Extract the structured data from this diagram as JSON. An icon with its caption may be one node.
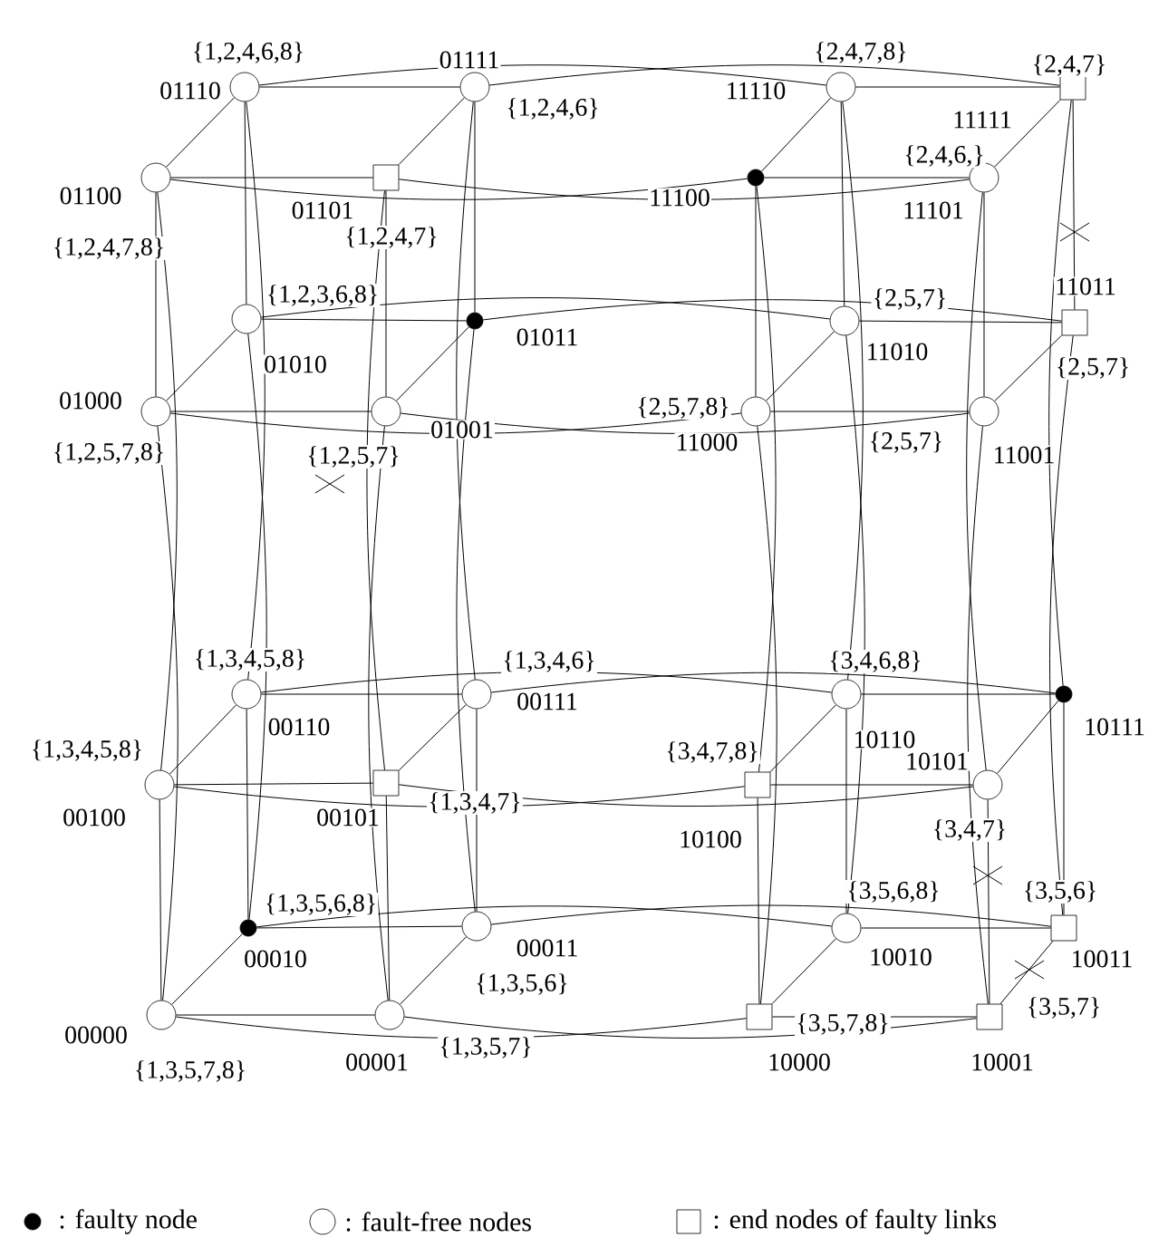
{
  "diagram": {
    "nodes": [
      {
        "text": [],
        "shape": "circle",
        "beside": [
          "01110",
          "{1,2,4,6,8}"
        ]
      },
      {
        "text": [],
        "shape": "circle",
        "beside": [
          "01111",
          "{1,2,4,6}"
        ]
      },
      {
        "text": [],
        "shape": "circle",
        "beside": [
          "11110",
          "{2,4,7,8}"
        ]
      },
      {
        "text": [],
        "shape": "box",
        "beside": [
          "11111",
          "{2,4,7}"
        ]
      },
      {
        "text": [],
        "shape": "circle",
        "beside": [
          "01100",
          "{1,2,4,7,8}"
        ]
      },
      {
        "text": [],
        "shape": "box",
        "beside": [
          "01101",
          "{1,2,4,7}"
        ]
      },
      {
        "text": [],
        "shape": "dot",
        "beside": [
          "11100"
        ]
      },
      {
        "text": [],
        "shape": "circle",
        "beside": [
          "11101",
          "{2,4,6,}"
        ]
      },
      {
        "text": [],
        "shape": "circle",
        "beside": [
          "01010",
          "{1,2,3,6,8}"
        ]
      },
      {
        "text": [],
        "shape": "dot",
        "beside": [
          "01011"
        ]
      },
      {
        "text": [],
        "shape": "circle",
        "beside": [
          "11010",
          "{2,5,7}"
        ]
      },
      {
        "text": [],
        "shape": "box",
        "beside": [
          "11011",
          "{2,5,7}"
        ]
      },
      {
        "text": [],
        "shape": "circle",
        "beside": [
          "01000",
          "{1,2,5,7,8}"
        ]
      },
      {
        "text": [],
        "shape": "circle",
        "beside": [
          "01001",
          "{1,2,5,7}"
        ]
      },
      {
        "text": [],
        "shape": "circle",
        "beside": [
          "11000",
          "{2,5,7,8}"
        ]
      },
      {
        "text": [],
        "shape": "circle",
        "beside": [
          "11001",
          "{2,5,7}"
        ]
      },
      {
        "text": [],
        "shape": "circle",
        "beside": [
          "00110",
          "{1,3,4,5,8}"
        ]
      },
      {
        "text": [],
        "shape": "circle",
        "beside": [
          "00111",
          "{1,3,4,6}"
        ]
      },
      {
        "text": [],
        "shape": "circle",
        "beside": [
          "10110",
          "{3,4,6,8}"
        ]
      },
      {
        "text": [],
        "shape": "dot",
        "beside": [
          "10111"
        ]
      },
      {
        "text": [],
        "shape": "circle",
        "beside": [
          "00100",
          "{1,3,4,5,8}"
        ]
      },
      {
        "text": [],
        "shape": "box",
        "beside": [
          "00101",
          "{1,3,4,7}"
        ]
      },
      {
        "text": [],
        "shape": "box",
        "beside": [
          "10100",
          "{3,4,7,8}"
        ]
      },
      {
        "text": [],
        "shape": "circle",
        "beside": [
          "10101",
          "{3,4,7}"
        ]
      },
      {
        "text": [],
        "shape": "dot",
        "beside": [
          "00010",
          "{1,3,5,6,8}"
        ]
      },
      {
        "text": [],
        "shape": "circle",
        "beside": [
          "00011",
          "{1,3,5,6}"
        ]
      },
      {
        "text": [],
        "shape": "circle",
        "beside": [
          "10010",
          "{3,5,6,8}"
        ]
      },
      {
        "text": [],
        "shape": "box",
        "beside": [
          "10011",
          "{3,5,6}"
        ]
      },
      {
        "text": [],
        "shape": "circle",
        "beside": [
          "00000",
          "{1,3,5,7,8}"
        ]
      },
      {
        "text": [],
        "shape": "circle",
        "beside": [
          "00001",
          "{1,3,5,7}"
        ]
      },
      {
        "text": [],
        "shape": "box",
        "beside": [
          "10000",
          "{3,5,7,8}"
        ]
      },
      {
        "text": [],
        "shape": "box",
        "beside": [
          "10001",
          "{3,5,7}"
        ]
      }
    ],
    "edges": [
      {
        "from": 0,
        "to": 1,
        "arrow": "none"
      },
      {
        "from": 2,
        "to": 3,
        "arrow": "none"
      },
      {
        "from": 4,
        "to": 5,
        "arrow": "none"
      },
      {
        "from": 6,
        "to": 7,
        "arrow": "none"
      },
      {
        "from": 8,
        "to": 9,
        "arrow": "none"
      },
      {
        "from": 10,
        "to": 11,
        "arrow": "none"
      },
      {
        "from": 12,
        "to": 13,
        "arrow": "none"
      },
      {
        "from": 14,
        "to": 15,
        "arrow": "none"
      },
      {
        "from": 16,
        "to": 17,
        "arrow": "none"
      },
      {
        "from": 18,
        "to": 19,
        "arrow": "none"
      },
      {
        "from": 20,
        "to": 21,
        "arrow": "none"
      },
      {
        "from": 22,
        "to": 23,
        "arrow": "none"
      },
      {
        "from": 24,
        "to": 25,
        "arrow": "none"
      },
      {
        "from": 26,
        "to": 27,
        "arrow": "none"
      },
      {
        "from": 28,
        "to": 29,
        "arrow": "none"
      },
      {
        "from": 30,
        "to": 31,
        "arrow": "none"
      },
      {
        "from": 0,
        "to": 4,
        "arrow": "none"
      },
      {
        "from": 1,
        "to": 5,
        "arrow": "none"
      },
      {
        "from": 2,
        "to": 6,
        "arrow": "none"
      },
      {
        "from": 3,
        "to": 7,
        "arrow": "none"
      },
      {
        "from": 8,
        "to": 12,
        "arrow": "none"
      },
      {
        "from": 9,
        "to": 13,
        "arrow": "none"
      },
      {
        "from": 10,
        "to": 14,
        "arrow": "none"
      },
      {
        "from": 11,
        "to": 15,
        "arrow": "none"
      },
      {
        "from": 16,
        "to": 20,
        "arrow": "none"
      },
      {
        "from": 17,
        "to": 21,
        "arrow": "none"
      },
      {
        "from": 18,
        "to": 22,
        "arrow": "none"
      },
      {
        "from": 19,
        "to": 23,
        "arrow": "none"
      },
      {
        "from": 24,
        "to": 28,
        "arrow": "none"
      },
      {
        "from": 25,
        "to": 29,
        "arrow": "none"
      },
      {
        "from": 26,
        "to": 30,
        "arrow": "none"
      },
      {
        "from": 27,
        "to": 31,
        "arrow": "none"
      },
      {
        "from": 0,
        "to": 8,
        "arrow": "none"
      },
      {
        "from": 1,
        "to": 9,
        "arrow": "none"
      },
      {
        "from": 2,
        "to": 10,
        "arrow": "none"
      },
      {
        "from": 3,
        "to": 11,
        "arrow": "none"
      },
      {
        "from": 4,
        "to": 12,
        "arrow": "none"
      },
      {
        "from": 5,
        "to": 13,
        "arrow": "none"
      },
      {
        "from": 6,
        "to": 14,
        "arrow": "none"
      },
      {
        "from": 7,
        "to": 15,
        "arrow": "none"
      },
      {
        "from": 16,
        "to": 24,
        "arrow": "none"
      },
      {
        "from": 17,
        "to": 25,
        "arrow": "none"
      },
      {
        "from": 18,
        "to": 26,
        "arrow": "none"
      },
      {
        "from": 19,
        "to": 27,
        "arrow": "none"
      },
      {
        "from": 20,
        "to": 28,
        "arrow": "none"
      },
      {
        "from": 21,
        "to": 29,
        "arrow": "none"
      },
      {
        "from": 22,
        "to": 30,
        "arrow": "none"
      },
      {
        "from": 23,
        "to": 31,
        "arrow": "none"
      },
      {
        "from": 0,
        "to": 2,
        "arrow": "none"
      },
      {
        "from": 1,
        "to": 3,
        "arrow": "none"
      },
      {
        "from": 4,
        "to": 6,
        "arrow": "none"
      },
      {
        "from": 5,
        "to": 7,
        "arrow": "none"
      },
      {
        "from": 8,
        "to": 10,
        "arrow": "none"
      },
      {
        "from": 9,
        "to": 11,
        "arrow": "none"
      },
      {
        "from": 12,
        "to": 14,
        "arrow": "none"
      },
      {
        "from": 13,
        "to": 15,
        "arrow": "none"
      },
      {
        "from": 16,
        "to": 18,
        "arrow": "none"
      },
      {
        "from": 17,
        "to": 19,
        "arrow": "none"
      },
      {
        "from": 20,
        "to": 22,
        "arrow": "none"
      },
      {
        "from": 21,
        "to": 23,
        "arrow": "none"
      },
      {
        "from": 24,
        "to": 26,
        "arrow": "none"
      },
      {
        "from": 25,
        "to": 27,
        "arrow": "none"
      },
      {
        "from": 28,
        "to": 30,
        "arrow": "none"
      },
      {
        "from": 29,
        "to": 31,
        "arrow": "none"
      },
      {
        "from": 0,
        "to": 16,
        "arrow": "none"
      },
      {
        "from": 1,
        "to": 17,
        "arrow": "none"
      },
      {
        "from": 2,
        "to": 18,
        "arrow": "none"
      },
      {
        "from": 3,
        "to": 19,
        "arrow": "none"
      },
      {
        "from": 4,
        "to": 20,
        "arrow": "none"
      },
      {
        "from": 5,
        "to": 21,
        "arrow": "none"
      },
      {
        "from": 6,
        "to": 22,
        "arrow": "none"
      },
      {
        "from": 7,
        "to": 23,
        "arrow": "none"
      },
      {
        "from": 8,
        "to": 24,
        "arrow": "none"
      },
      {
        "from": 9,
        "to": 25,
        "arrow": "none"
      },
      {
        "from": 10,
        "to": 26,
        "arrow": "none"
      },
      {
        "from": 11,
        "to": 27,
        "arrow": "none"
      },
      {
        "from": 12,
        "to": 28,
        "arrow": "none"
      },
      {
        "from": 13,
        "to": 29,
        "arrow": "none"
      },
      {
        "from": 14,
        "to": 30,
        "arrow": "none"
      },
      {
        "from": 15,
        "to": 31,
        "arrow": "none"
      }
    ],
    "legend": [
      {
        "text": ": faulty node"
      },
      {
        "text": ": fault-free nodes"
      },
      {
        "text": ": end nodes of faulty links"
      }
    ]
  }
}
